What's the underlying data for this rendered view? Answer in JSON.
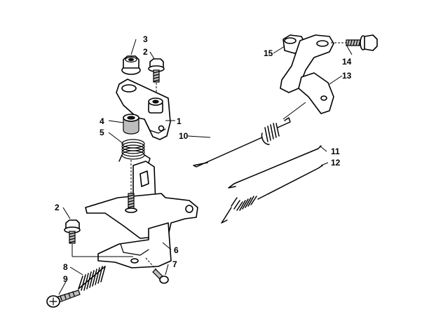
{
  "callouts": {
    "c1": "1",
    "c2a": "2",
    "c2b": "2",
    "c3": "3",
    "c4": "4",
    "c5": "5",
    "c6": "6",
    "c7": "7",
    "c8": "8",
    "c9": "9",
    "c10": "10",
    "c11": "11",
    "c12": "12",
    "c13": "13",
    "c14": "14",
    "c15": "15"
  }
}
